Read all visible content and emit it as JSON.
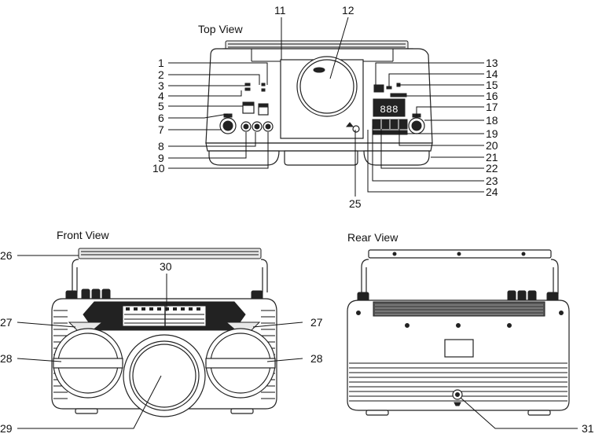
{
  "views": {
    "top": "Top View",
    "front": "Front View",
    "rear": "Rear View"
  },
  "display_digits": "888",
  "callouts": [
    "1",
    "2",
    "3",
    "4",
    "5",
    "6",
    "7",
    "8",
    "9",
    "10",
    "11",
    "12",
    "13",
    "14",
    "15",
    "16",
    "17",
    "18",
    "19",
    "20",
    "21",
    "22",
    "23",
    "24",
    "25",
    "26",
    "27",
    "28",
    "29",
    "30",
    "31"
  ],
  "colors": {
    "line": "#111111",
    "panel": "#222222",
    "background": "#ffffff"
  }
}
